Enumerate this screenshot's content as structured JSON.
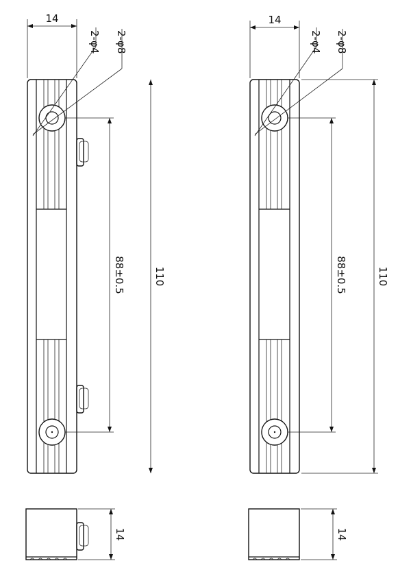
{
  "drawing": {
    "views": [
      {
        "side": "left",
        "width_label": "14",
        "hole_small_label": "2-φ4",
        "hole_large_label": "2-φ8",
        "pitch_label": "88±0.5",
        "length_label": "110",
        "end_view_label": "14"
      },
      {
        "side": "right",
        "width_label": "14",
        "hole_small_label": "2-φ4",
        "hole_large_label": "2-φ8",
        "pitch_label": "88±0.5",
        "length_label": "110",
        "end_view_label": "14"
      }
    ]
  }
}
